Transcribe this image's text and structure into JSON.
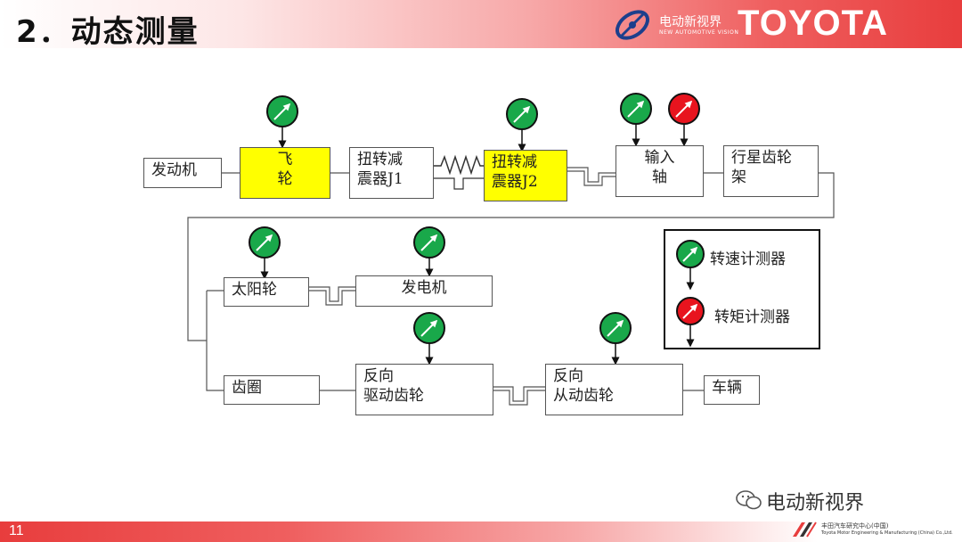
{
  "header": {
    "title": "2．动态测量",
    "brand_cn": "电动新视界",
    "brand_en": "NEW AUTOMOTIVE VISION",
    "toyota": "TOYOTA"
  },
  "diagram": {
    "engine": "发动机",
    "flywheel": [
      "飞",
      "轮"
    ],
    "damper_j1": [
      "扭转减",
      "震器J1"
    ],
    "damper_j2": [
      "扭转减",
      "震器J2"
    ],
    "input_shaft": [
      "输入",
      "轴"
    ],
    "planet_carrier": [
      "行星齿轮",
      "架"
    ],
    "sun_gear": "太阳轮",
    "generator": "发电机",
    "ring_gear": "齿圈",
    "reverse_drive_gear": [
      "反向",
      "驱动齿轮"
    ],
    "reverse_driven_gear": [
      "反向",
      "从动齿轮"
    ],
    "vehicle": "车辆"
  },
  "legend": {
    "speed_meter": "转速计测器",
    "torque_meter": "转矩计测器"
  },
  "colors": {
    "speed_meter": "#19a84a",
    "torque_meter": "#e8141e",
    "highlight": "#ffff00",
    "accent": "#e83d3d"
  },
  "footer": {
    "page": "11",
    "watermark": "电动新视界",
    "org_cn": "丰田汽车研究中心(中国)",
    "org_en": "Toyota Motor Engineering & Manufacturing (China) Co.,Ltd."
  }
}
